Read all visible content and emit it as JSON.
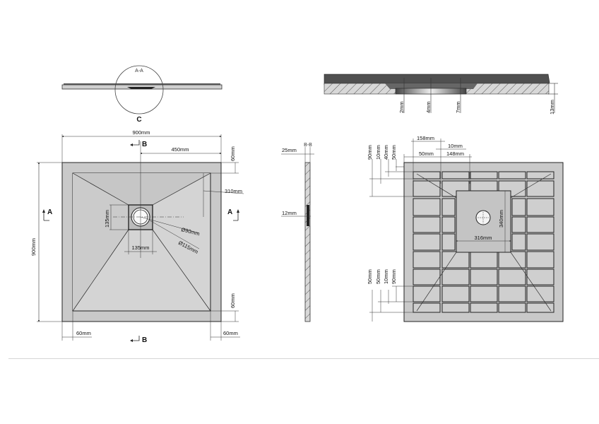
{
  "drawing": {
    "title": "Shower tray technical drawing",
    "colors": {
      "tray_fill": "#c9c9c9",
      "tray_inner": "#d6d6d6",
      "outline": "#222222",
      "section_dark": "#505050",
      "background": "#ffffff",
      "divider": "#d6d6d6"
    },
    "section_aa": {
      "label": "A-A",
      "detail_label": "C"
    },
    "section_detail_c": {
      "dims": [
        "2mm",
        "4mm",
        "7mm",
        "13mm"
      ]
    },
    "top_view": {
      "overall_width": "900mm",
      "overall_height": "900mm",
      "half_width": "450mm",
      "border_top": "60mm",
      "border_bottom": "60mm",
      "border_left": "60mm",
      "border_right": "60mm",
      "drain_offset": "310mm",
      "drain_box_w": "135mm",
      "drain_box_h": "135mm",
      "drain_dia_inner": "Ø90mm",
      "drain_dia_outer": "Ø115mm",
      "section_mark_a": "A",
      "section_mark_b": "B"
    },
    "section_bb": {
      "label": "B-B",
      "thickness": "25mm",
      "drain_depth": "12mm"
    },
    "bottom_view": {
      "top_dims": [
        "158mm",
        "10mm",
        "50mm",
        "148mm"
      ],
      "left_top_dims": [
        "90mm",
        "10mm",
        "40mm",
        "50mm"
      ],
      "left_bottom_dims": [
        "50mm",
        "50mm",
        "10mm",
        "90mm"
      ],
      "center_w": "316mm",
      "center_h": "340mm"
    }
  }
}
